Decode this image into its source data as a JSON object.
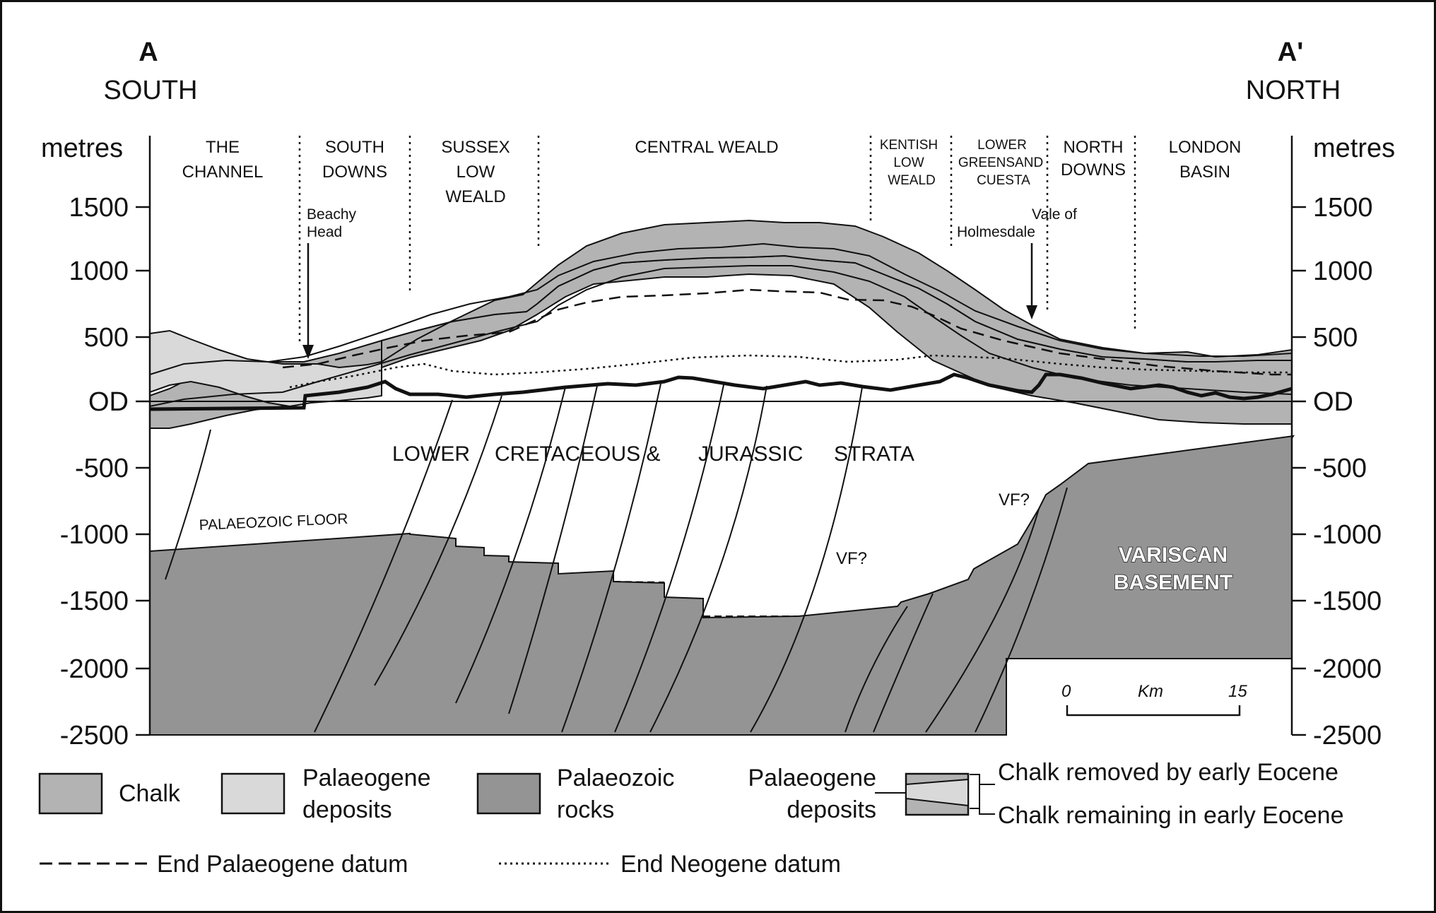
{
  "section": {
    "left_letter": "A",
    "left_direction": "SOUTH",
    "right_letter": "A'",
    "right_direction": "NORTH",
    "axis_unit": "metres",
    "ticks": [
      "1500",
      "1000",
      "500",
      "OD",
      "-500",
      "-1000",
      "-1500",
      "-2000",
      "-2500"
    ]
  },
  "zones": [
    {
      "lines": [
        "THE",
        "CHANNEL"
      ]
    },
    {
      "lines": [
        "SOUTH",
        "DOWNS"
      ]
    },
    {
      "lines": [
        "SUSSEX",
        "LOW",
        "WEALD"
      ]
    },
    {
      "lines": [
        "CENTRAL WEALD"
      ]
    },
    {
      "lines": [
        "KENTISH",
        "LOW",
        "WEALD"
      ]
    },
    {
      "lines": [
        "LOWER",
        "GREENSAND",
        "CUESTA"
      ]
    },
    {
      "lines": [
        "NORTH",
        "DOWNS"
      ]
    },
    {
      "lines": [
        "LONDON",
        "BASIN"
      ]
    }
  ],
  "annotations": {
    "beachy_head": [
      "Beachy",
      "Head"
    ],
    "vale": [
      "Vale of",
      "Holmesdale"
    ],
    "strata_words": [
      "LOWER",
      "CRETACEOUS &",
      "JURASSIC",
      "STRATA"
    ],
    "palaeozoic_floor": "PALAEOZOIC FLOOR",
    "vf1": "VF?",
    "vf2": "VF?",
    "basement": [
      "VARISCAN",
      "BASEMENT"
    ]
  },
  "scale_bar": {
    "start": "0",
    "unit": "Km",
    "end": "15"
  },
  "legend": {
    "chalk": "Chalk",
    "palaeogene": [
      "Palaeogene",
      "deposits"
    ],
    "palaeozoic": [
      "Palaeozoic",
      "rocks"
    ],
    "palaeogene2": [
      "Palaeogene",
      "deposits"
    ],
    "chalk_removed": "Chalk removed by early Eocene",
    "chalk_remaining": "Chalk remaining in early Eocene",
    "end_palaeogene": "End Palaeogene datum",
    "end_neogene": "End Neogene datum"
  },
  "colors": {
    "chalk": "#b3b3b3",
    "palaeogene": "#d9d9d9",
    "palaeozoic": "#949494",
    "line": "#111111"
  }
}
